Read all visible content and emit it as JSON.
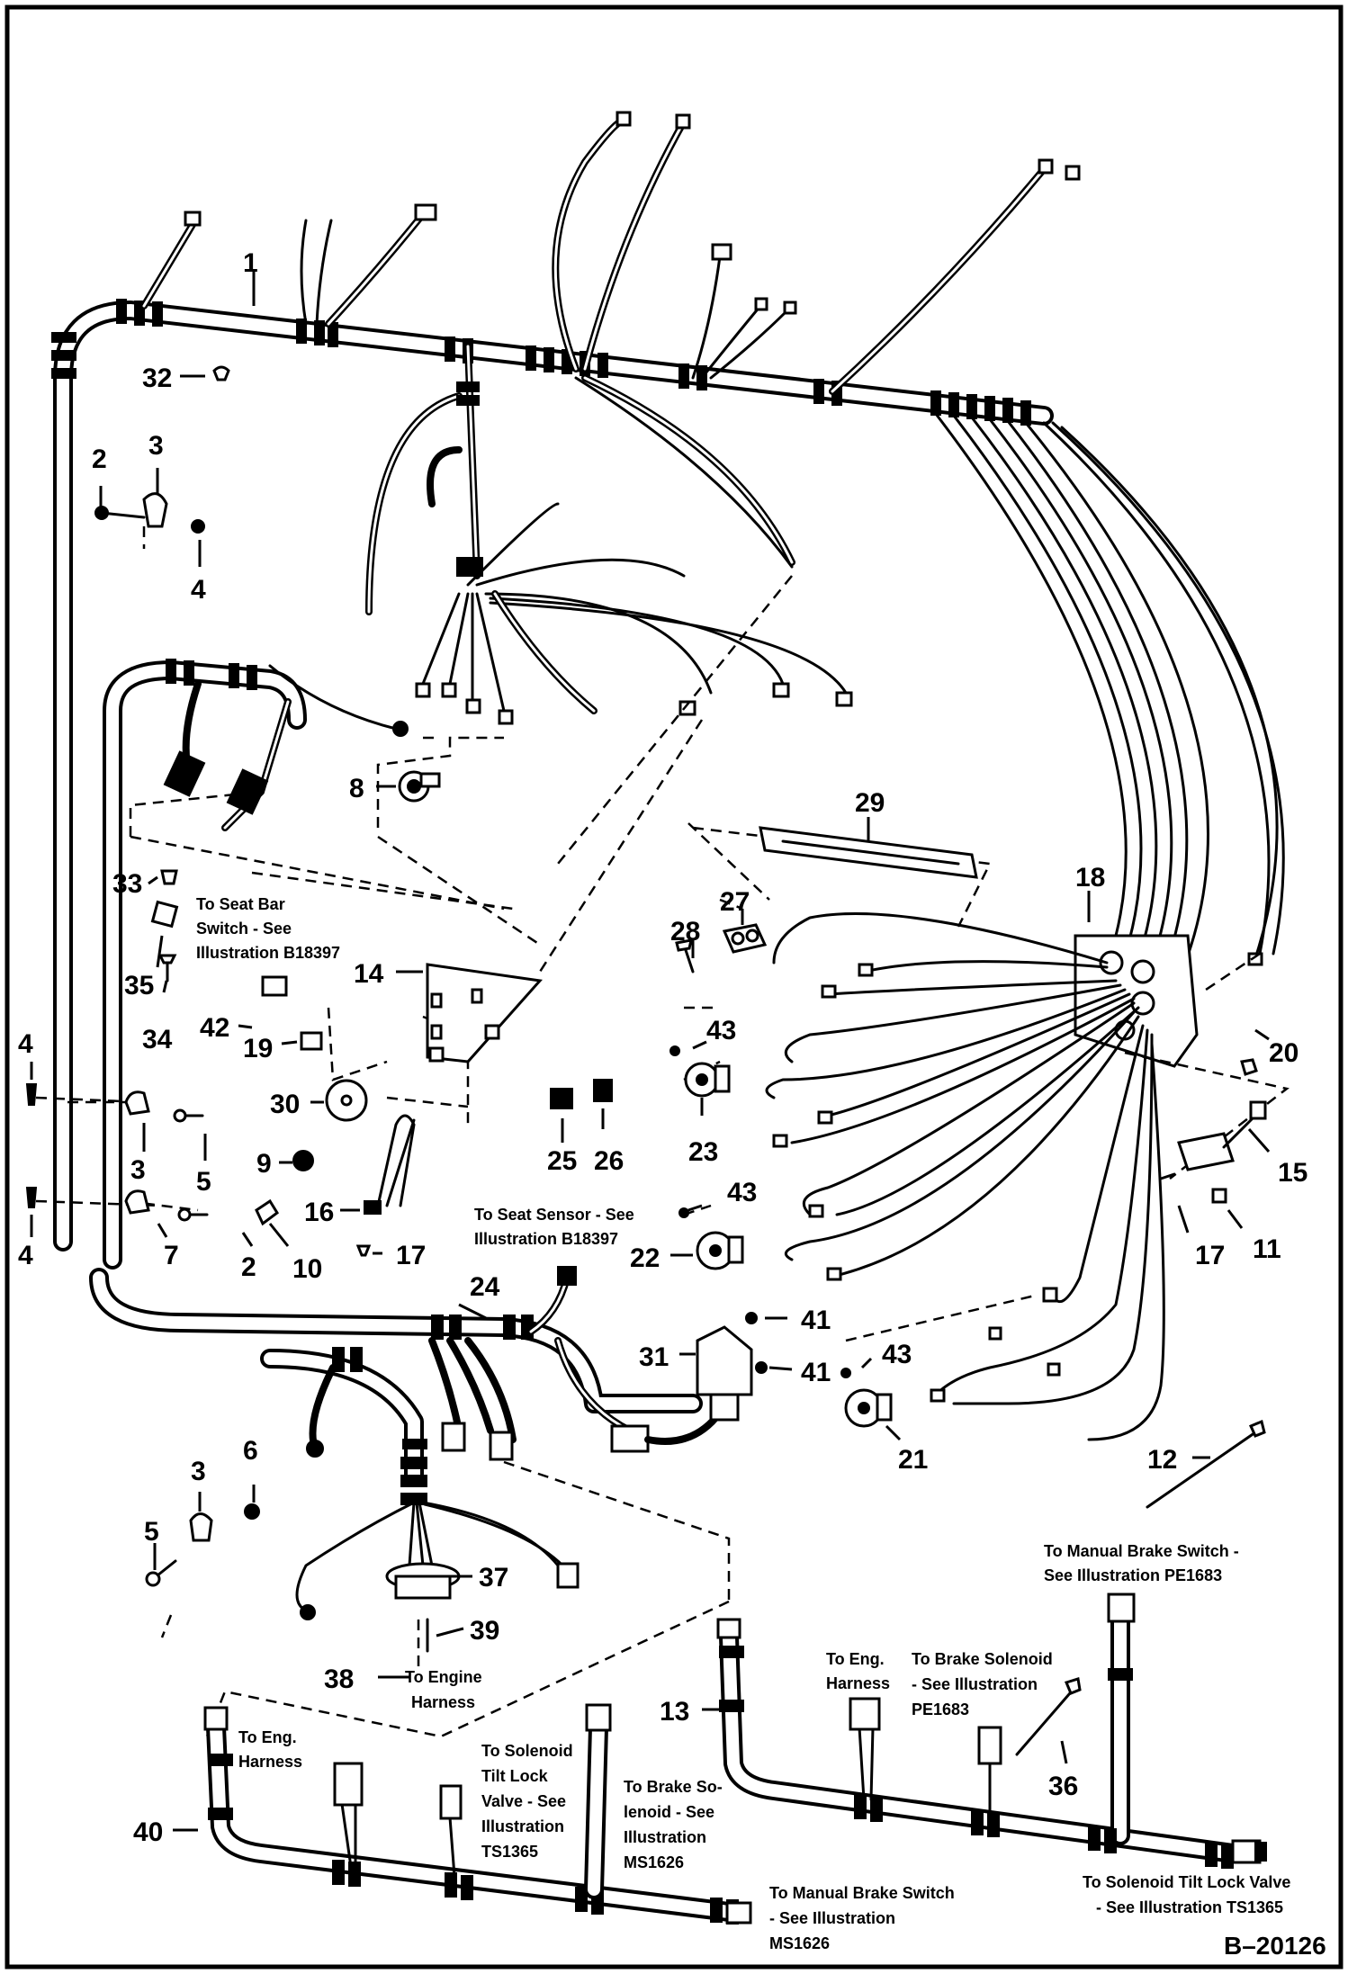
{
  "callouts": [
    "1",
    "2",
    "3",
    "4",
    "5",
    "6",
    "7",
    "8",
    "9",
    "10",
    "11",
    "12",
    "13",
    "14",
    "15",
    "16",
    "17",
    "18",
    "19",
    "20",
    "21",
    "22",
    "23",
    "24",
    "25",
    "26",
    "27",
    "28",
    "29",
    "30",
    "31",
    "32",
    "33",
    "34",
    "35",
    "36",
    "37",
    "38",
    "39",
    "40",
    "41",
    "42",
    "43"
  ],
  "notes": {
    "seat_bar": [
      "To Seat Bar",
      "Switch - See",
      "Illustration B18397"
    ],
    "seat_sensor": [
      "To Seat Sensor - See",
      "Illustration B18397"
    ],
    "engine_harness": [
      "To  Engine",
      "Harness"
    ],
    "manual_brake_pe": [
      "To Manual Brake Switch -",
      "See Illustration PE1683"
    ],
    "eng_harness_right": [
      "To Eng.",
      "Harness"
    ],
    "brake_solenoid_pe": [
      "To Brake Solenoid",
      "- See Illustration",
      "PE1683"
    ],
    "eng_harness_left": [
      "To Eng.",
      "Harness"
    ],
    "solenoid_tilt_ts": [
      "To Solenoid",
      "Tilt Lock",
      "Valve - See",
      "Illustration",
      "TS1365"
    ],
    "brake_solenoid_ms": [
      "To Brake So-",
      "lenoid - See",
      "Illustration",
      "MS1626"
    ],
    "manual_brake_ms": [
      "To Manual Brake Switch",
      "- See Illustration",
      "MS1626"
    ],
    "solenoid_tilt_right": [
      "To Solenoid Tilt Lock Valve",
      "- See Illustration TS1365"
    ]
  },
  "figure_code": "B–20126"
}
